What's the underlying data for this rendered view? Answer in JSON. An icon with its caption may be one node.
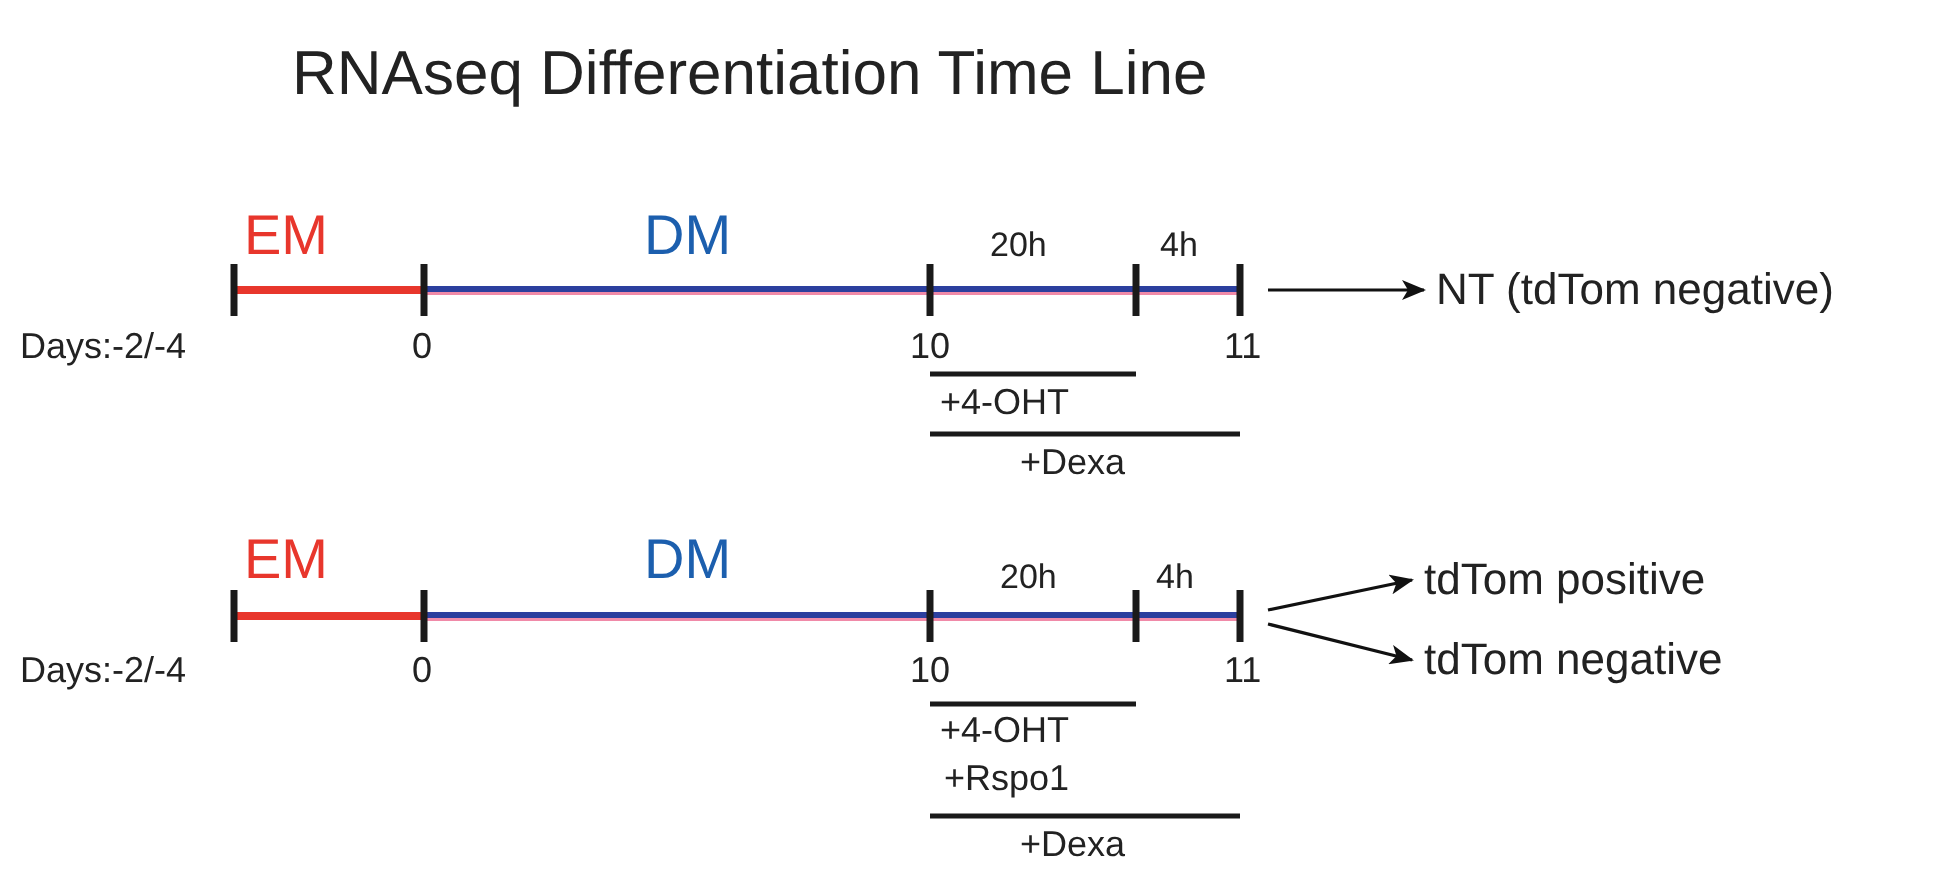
{
  "diagram": {
    "title": "RNAseq Differentiation Time Line",
    "nodes": [
      {
        "text": [],
        "shape": "bar"
      },
      {
        "text": [
          "NT (tdTom negative)"
        ]
      },
      {
        "text": [],
        "shape": "bar"
      },
      {
        "text": [
          "tdTom positive"
        ]
      },
      {
        "text": [
          "tdTom negative"
        ]
      }
    ],
    "edges": [
      {
        "from": 0,
        "to": 1,
        "arrow": "to"
      },
      {
        "from": 2,
        "to": 3,
        "arrow": "to"
      },
      {
        "from": 2,
        "to": 4,
        "arrow": "to"
      }
    ],
    "labels": [
      "EM",
      "DM",
      "20h",
      "4h",
      "Days:-2/-4",
      "0",
      "10",
      "11",
      "+4-OHT",
      "+Dexa",
      "EM",
      "DM",
      "20h",
      "4h",
      "Days:-2/-4",
      "0",
      "10",
      "11",
      "+4-OHT",
      "+Rspo1",
      "+Dexa"
    ]
  }
}
